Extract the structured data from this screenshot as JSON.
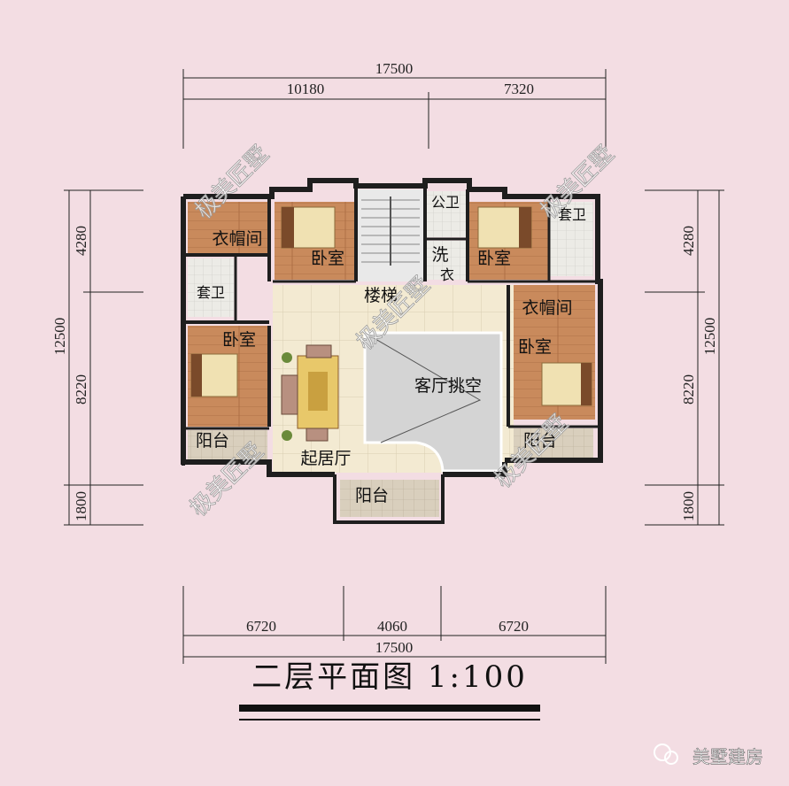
{
  "dimensions": {
    "top_total": "17500",
    "top_left": "10180",
    "top_right": "7320",
    "bottom_left": "6720",
    "bottom_mid": "4060",
    "bottom_right": "6720",
    "bottom_total": "17500",
    "left_upper": "4280",
    "left_total": "12500",
    "left_lower": "8220",
    "left_bottom": "1800",
    "right_upper": "4280",
    "right_total": "12500",
    "right_lower": "8220",
    "right_bottom": "1800"
  },
  "rooms": {
    "wardrobe_left": "衣帽间",
    "bedroom_top_left": "卧室",
    "stairs": "楼梯",
    "public_bath": "公卫",
    "wash": "洗",
    "laundry": "衣",
    "bedroom_top_right": "卧室",
    "suite_bath_right": "套卫",
    "suite_bath_left": "套卫",
    "bedroom_left": "卧室",
    "wardrobe_right": "衣帽间",
    "bedroom_right": "卧室",
    "void": "客厅挑空",
    "balcony_left": "阳台",
    "balcony_right": "阳台",
    "family_room": "起居厅",
    "balcony_bottom": "阳台"
  },
  "watermark": "极美匠墅",
  "title": "二层平面图 1:100",
  "brand": "美墅建房",
  "colors": {
    "background": "#f3dde3",
    "wall": "#1e1e1e",
    "floor_tile": "#f3ead2",
    "wood": "#c9885a",
    "void": "#d4d4d4"
  }
}
